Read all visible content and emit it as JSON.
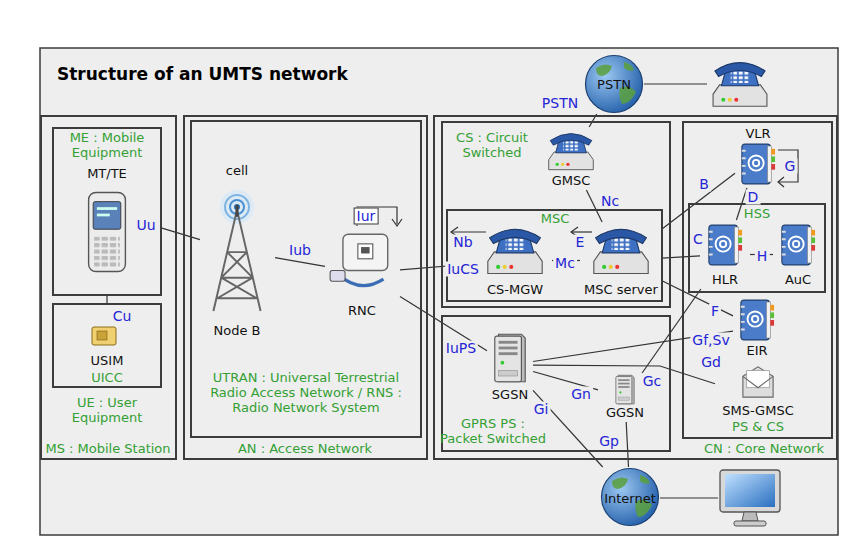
{
  "diagram": {
    "title": "Structure of an UMTS network",
    "nodes": [
      {
        "text": [
          "MS : Mobile Station"
        ]
      },
      {
        "text": [
          "ME : Mobile Equipment",
          "MT/TE"
        ],
        "in": 0
      },
      {
        "text": [
          "USIM",
          "UICC"
        ],
        "in": 0
      },
      {
        "text": [
          "AN : Access Network"
        ]
      },
      {
        "text": [
          "UTRAN : Universal Terrestrial Radio Access Network / RNS : Radio Network System"
        ],
        "in": 3
      },
      {
        "text": [
          "cell",
          "Node B"
        ],
        "in": 4
      },
      {
        "text": [
          "RNC"
        ],
        "in": 4
      },
      {
        "text": [
          "CN : Core Network"
        ]
      },
      {
        "text": [
          "CS : Circuit Switched"
        ],
        "in": 7
      },
      {
        "text": [
          "GMSC"
        ],
        "in": 8
      },
      {
        "text": [
          "MSC"
        ],
        "in": 8
      },
      {
        "text": [
          "CS-MGW"
        ],
        "in": 10
      },
      {
        "text": [
          "MSC server"
        ],
        "in": 10
      },
      {
        "text": [
          "GPRS PS : Packet Switched"
        ],
        "in": 7
      },
      {
        "text": [
          "SGSN"
        ],
        "in": 13
      },
      {
        "text": [
          "GGSN"
        ],
        "in": 13
      },
      {
        "text": [
          "VLR"
        ],
        "in": 7
      },
      {
        "text": [
          "HSS"
        ],
        "in": 7
      },
      {
        "text": [
          "HLR"
        ],
        "in": 17
      },
      {
        "text": [
          "AuC"
        ],
        "in": 17
      },
      {
        "text": [
          "EIR"
        ],
        "in": 7
      },
      {
        "text": [
          "SMS-GMSC",
          "PS & CS"
        ],
        "in": 7
      },
      {
        "text": [
          "PSTN"
        ]
      },
      {
        "text": [
          "Internet"
        ]
      }
    ],
    "edges": [
      {
        "from": 1,
        "to": 5,
        "arrow": "none",
        "label": "Uu"
      },
      {
        "from": 2,
        "to": 1,
        "arrow": "none",
        "label": "Cu"
      },
      {
        "from": 5,
        "to": 6,
        "arrow": "none",
        "label": "Iub"
      },
      {
        "from": 6,
        "to": 11,
        "arrow": "none",
        "label": "IuCS"
      },
      {
        "from": 6,
        "to": 14,
        "arrow": "none",
        "label": "IuPS"
      },
      {
        "from": 9,
        "to": 22,
        "arrow": "none",
        "label": "PSTN"
      },
      {
        "from": 9,
        "to": 12,
        "arrow": "none",
        "label": "Nc"
      },
      {
        "from": 11,
        "to": 12,
        "arrow": "none",
        "label": "Mc"
      },
      {
        "from": 12,
        "to": 16,
        "arrow": "none",
        "label": "B"
      },
      {
        "from": 12,
        "to": 18,
        "arrow": "none",
        "label": "C"
      },
      {
        "from": 16,
        "to": 18,
        "arrow": "none",
        "label": "D"
      },
      {
        "from": 18,
        "to": 19,
        "arrow": "none",
        "label": "H"
      },
      {
        "from": 12,
        "to": 20,
        "arrow": "none",
        "label": "F"
      },
      {
        "from": 14,
        "to": 20,
        "arrow": "none",
        "label": "Gf,Sv"
      },
      {
        "from": 14,
        "to": 21,
        "arrow": "none",
        "label": "Gd"
      },
      {
        "from": 14,
        "to": 15,
        "arrow": "none",
        "label": "Gn"
      },
      {
        "from": 15,
        "to": 18,
        "arrow": "none",
        "label": "Gc"
      },
      {
        "from": 14,
        "to": 23,
        "arrow": "none",
        "label": "Gi"
      },
      {
        "from": 15,
        "to": 23,
        "arrow": "none",
        "label": "Gp"
      }
    ],
    "labels": [
      "UE : User Equipment",
      "Iur",
      "Nb",
      "E",
      "G"
    ]
  }
}
